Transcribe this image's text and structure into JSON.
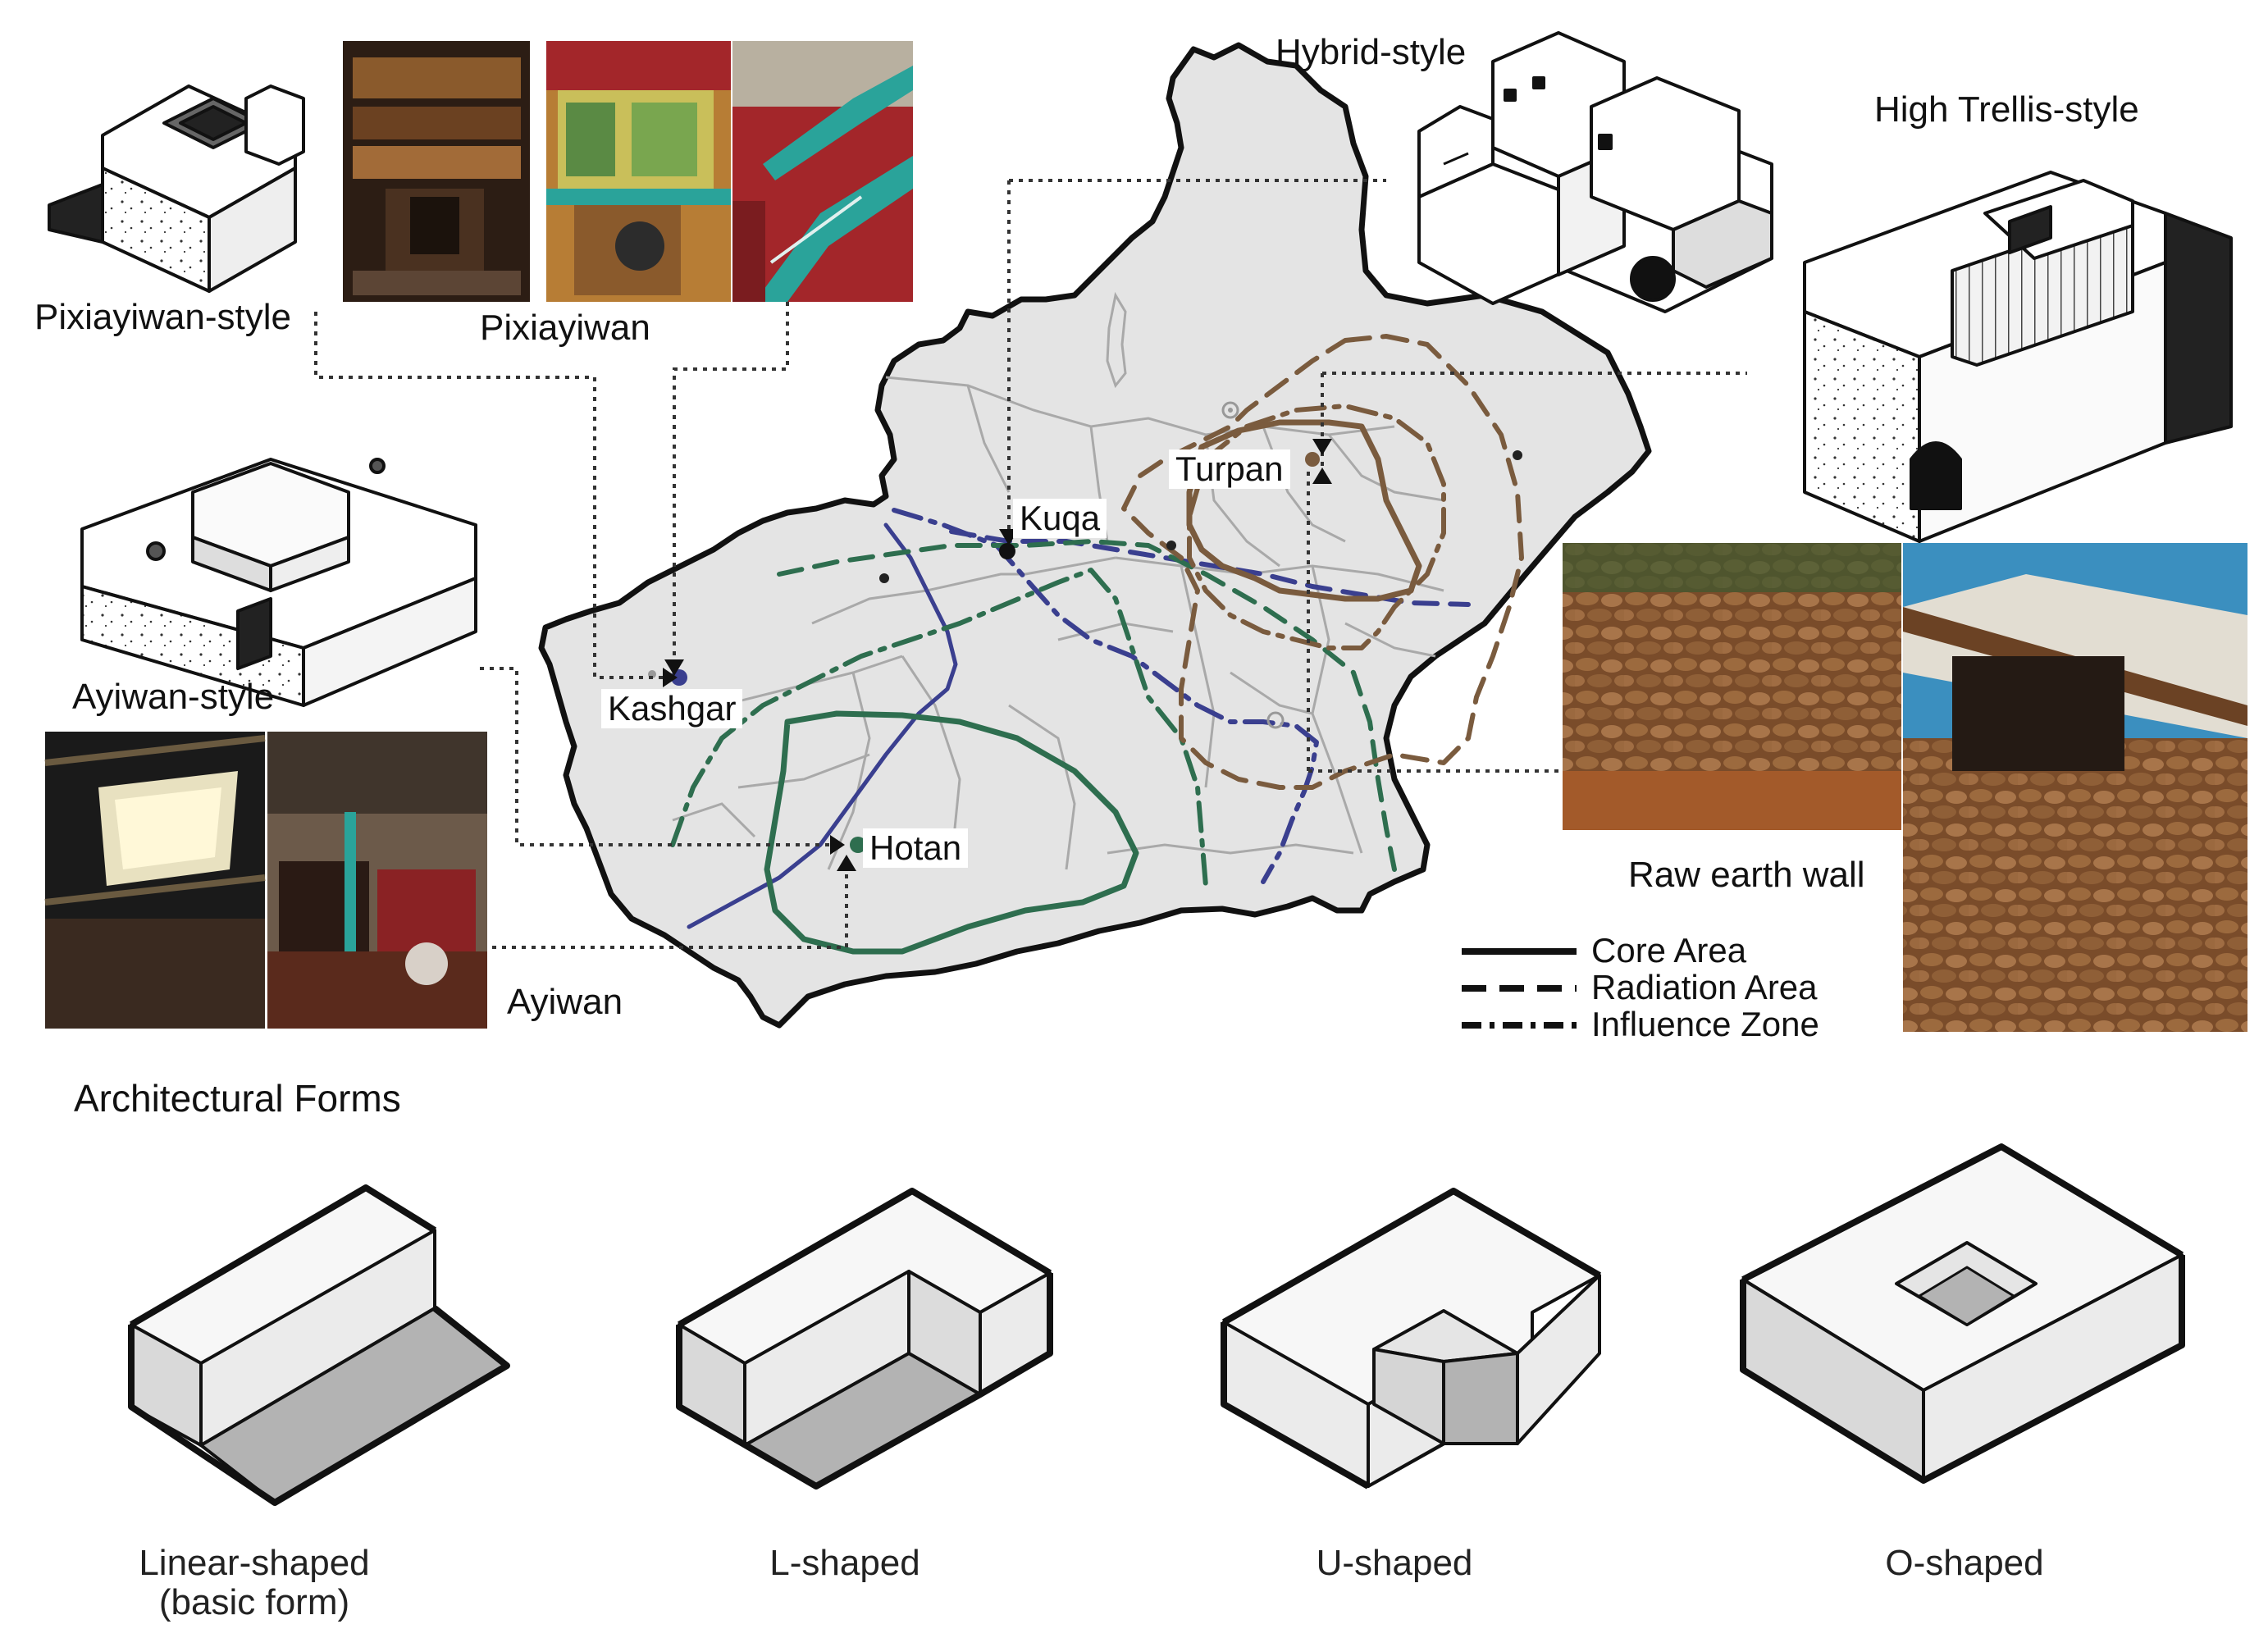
{
  "labels": {
    "pixiayiwan_style": "Pixiayiwan-style",
    "pixiayiwan": "Pixiayiwan",
    "hybrid_style": "Hybrid-style",
    "high_trellis_style": "High Trellis-style",
    "ayiwan_style": "Ayiwan-style",
    "ayiwan": "Ayiwan",
    "raw_earth_wall": "Raw earth wall"
  },
  "cities": {
    "kashgar": "Kashgar",
    "kuqa": "Kuqa",
    "turpan": "Turpan",
    "hotan": "Hotan"
  },
  "legend": {
    "core": "Core Area",
    "radiation": "Radiation Area",
    "influence": "Influence Zone"
  },
  "section_title": "Architectural Forms",
  "forms": [
    {
      "line1": "Linear-shaped",
      "line2": "(basic form)"
    },
    {
      "line1": "L-shaped",
      "line2": ""
    },
    {
      "line1": "U-shaped",
      "line2": ""
    },
    {
      "line1": "O-shaped",
      "line2": ""
    }
  ],
  "colors": {
    "map_fill": "#e4e4e4",
    "outline": "#111111",
    "green": "#2e6e4f",
    "blue": "#3a3f8f",
    "brown": "#7a5b3e",
    "photo_wood": "#5b3a24",
    "photo_teal": "#2aa39a",
    "photo_red": "#a3262a",
    "photo_earth": "#8b5a33"
  }
}
